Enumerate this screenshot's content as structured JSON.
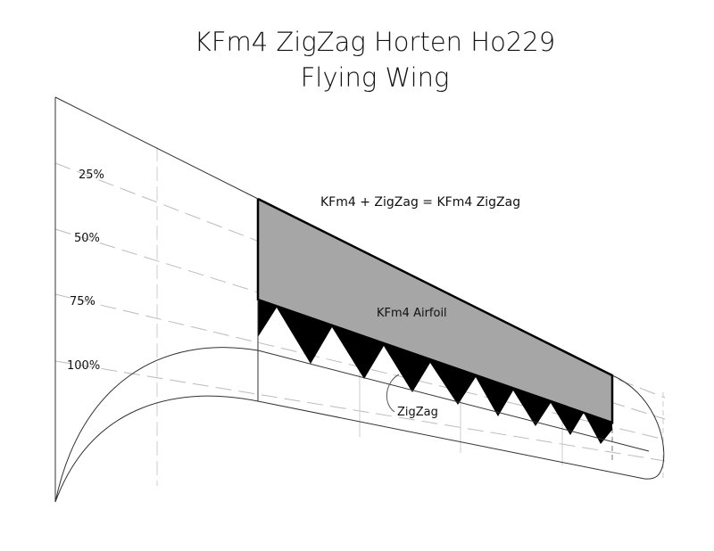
{
  "title": {
    "line1": "KFm4 ZigZag Horten Ho229",
    "line2": "Flying Wing"
  },
  "percent_labels": [
    "25%",
    "50%",
    "75%",
    "100%"
  ],
  "annotations": {
    "equation": "KFm4 + ZigZag = KFm4 ZigZag",
    "airfoil": "KFm4 Airfoil",
    "zigzag": "ZigZag"
  },
  "colors": {
    "airfoil_fill": "#a6a6a6",
    "zigzag_fill": "#000000",
    "guide": "#bbbbbb"
  }
}
